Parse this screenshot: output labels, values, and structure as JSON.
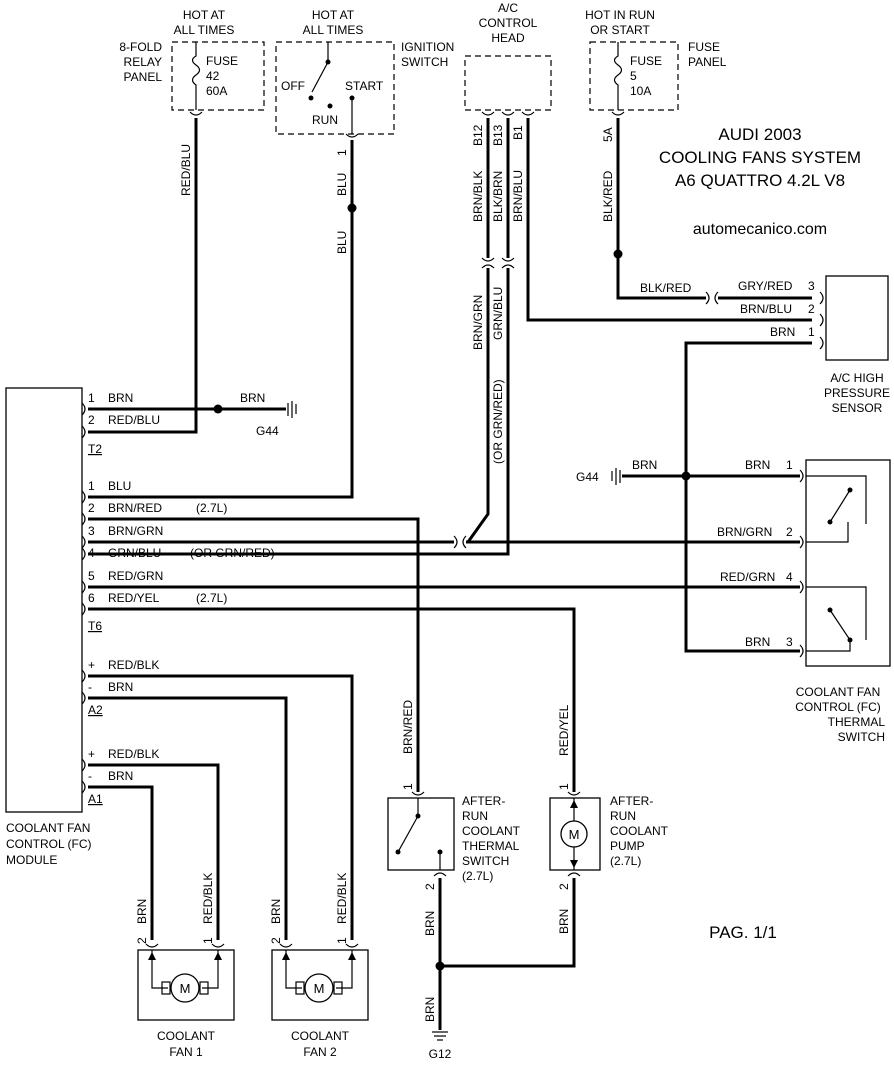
{
  "title": {
    "line1": "AUDI 2003",
    "line2": "COOLING FANS SYSTEM",
    "line3": "A6 QUATTRO 4.2L V8",
    "site": "automecanico.com"
  },
  "page": "PAG. 1/1",
  "top": {
    "hot1": [
      "HOT AT",
      "ALL TIMES"
    ],
    "relay_panel": [
      "8-FOLD",
      "RELAY",
      "PANEL"
    ],
    "fuse42": [
      "FUSE",
      "42",
      "60A"
    ],
    "hot2": [
      "HOT AT",
      "ALL TIMES"
    ],
    "ign_switch": [
      "IGNITION",
      "SWITCH"
    ],
    "off": "OFF",
    "start": "START",
    "run": "RUN",
    "ac_head": [
      "A/C",
      "CONTROL",
      "HEAD"
    ],
    "hot_run": [
      "HOT IN RUN",
      "OR START"
    ],
    "fuse5": [
      "FUSE",
      "5",
      "10A"
    ],
    "fuse_panel": [
      "FUSE",
      "PANEL"
    ]
  },
  "pins": {
    "ign1": "1",
    "b12": "B12",
    "b13": "B13",
    "b1": "B1",
    "p5a": "5A",
    "s3": "3",
    "s2": "2",
    "s1": "1",
    "t2_1": "1",
    "t2_2": "2",
    "t2": "T2",
    "t6": [
      "1",
      "2",
      "3",
      "4",
      "5",
      "6"
    ],
    "t6_label": "T6",
    "a2_plus": "+",
    "a2_minus": "-",
    "a2": "A2",
    "a1_plus": "+",
    "a1_minus": "-",
    "a1": "A1",
    "fc1": "1",
    "fc2": "2",
    "fc4": "4",
    "fc3": "3",
    "ar1": "1",
    "ar2": "2",
    "pump1": "1",
    "pump2": "2",
    "fan1_2": "2",
    "fan1_1": "1",
    "fan2_2": "2",
    "fan2_1": "1"
  },
  "wires": {
    "red_blu_v": "RED/BLU",
    "blu_v1": "BLU",
    "blu_v2": "BLU",
    "brn_blk_v": "BRN/BLK",
    "blk_brn_v": "BLK/BRN",
    "brn_blu_v": "BRN/BLU",
    "blk_red_v": "BLK/RED",
    "blk_red_h": "BLK/RED",
    "gry_red": "GRY/RED",
    "brn_blu_h": "BRN/BLU",
    "brn_h": "BRN",
    "brn_grn_v": "BRN/GRN",
    "grn_blu_v": "GRN/BLU",
    "or_grn_red_v": "(OR GRN/RED)",
    "t2_brn": "BRN",
    "t2_red_blu": "RED/BLU",
    "g44_brn": "BRN",
    "t6_blu": "BLU",
    "t6_brn_red": "BRN/RED",
    "t6_27a": "(2.7L)",
    "t6_brn_grn": "BRN/GRN",
    "t6_grn_blu": "GRN/BLU",
    "t6_or": "(OR GRN/RED)",
    "t6_red_grn": "RED/GRN",
    "t6_red_yel": "RED/YEL",
    "t6_27b": "(2.7L)",
    "g44r_brn": "BRN",
    "fc_brn1": "BRN",
    "fc_brn_grn": "BRN/GRN",
    "fc_red_grn": "RED/GRN",
    "fc_brn3": "BRN",
    "a2_red_blk": "RED/BLK",
    "a2_brn": "BRN",
    "a1_red_blk": "RED/BLK",
    "a1_brn": "BRN",
    "brn_red_v": "BRN/RED",
    "red_yel_v": "RED/YEL",
    "ar_brn": "BRN",
    "pump_brn": "BRN",
    "g12_brn": "BRN",
    "fan1_brn": "BRN",
    "fan1_red_blk": "RED/BLK",
    "fan2_brn": "BRN",
    "fan2_red_blk": "RED/BLK"
  },
  "components": {
    "sensor": [
      "A/C HIGH",
      "PRESSURE",
      "SENSOR"
    ],
    "g44_left": "G44",
    "g44_right": "G44",
    "g12": "G12",
    "fc_switch": [
      "COOLANT FAN",
      "CONTROL (FC)",
      "THERMAL",
      "SWITCH"
    ],
    "module": [
      "COOLANT FAN",
      "CONTROL (FC)",
      "MODULE"
    ],
    "ar_switch": [
      "AFTER-",
      "RUN",
      "COOLANT",
      "THERMAL",
      "SWITCH",
      "(2.7L)"
    ],
    "ar_pump": [
      "AFTER-",
      "RUN",
      "COOLANT",
      "PUMP",
      "(2.7L)"
    ],
    "fan1": [
      "COOLANT",
      "FAN 1"
    ],
    "fan2": [
      "COOLANT",
      "FAN 2"
    ],
    "motor": "M"
  }
}
